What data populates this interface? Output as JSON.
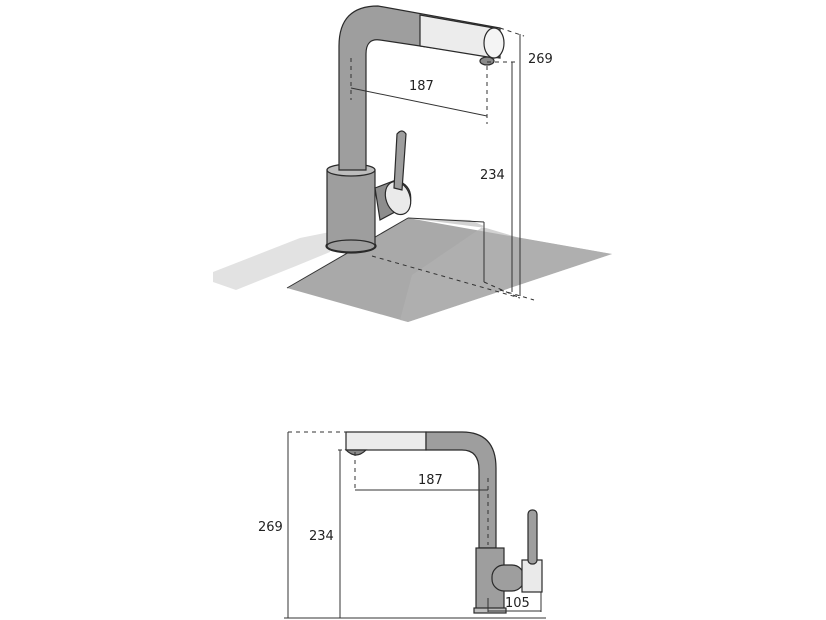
{
  "dimensions": {
    "top": {
      "spout_reach": "187",
      "spout_height": "234",
      "total_height": "269"
    },
    "bottom": {
      "spout_reach": "187",
      "spout_height": "234",
      "total_height": "269",
      "lever_depth": "105"
    }
  },
  "colors": {
    "metal": "#9d9d9d",
    "metal_dark": "#7c7c7c",
    "metal_light": "#e9e9e9",
    "sink": "#a8a8a8",
    "sink_light": "#d9d9d9",
    "line": "#333333"
  }
}
